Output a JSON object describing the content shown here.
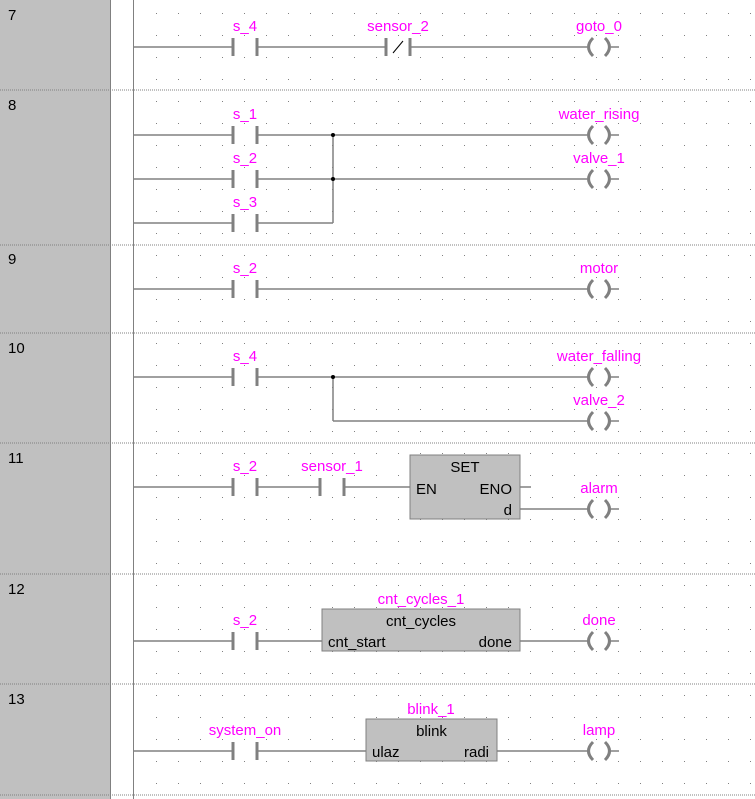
{
  "networks": [
    {
      "number": "7"
    },
    {
      "number": "8"
    },
    {
      "number": "9"
    },
    {
      "number": "10"
    },
    {
      "number": "11"
    },
    {
      "number": "12"
    },
    {
      "number": "13"
    }
  ],
  "labels": {
    "n7_c1": "s_4",
    "n7_c2": "sensor_2",
    "n7_coil": "goto_0",
    "n8_c1": "s_1",
    "n8_c2": "s_2",
    "n8_c3": "s_3",
    "n8_coil1": "water_rising",
    "n8_coil2": "valve_1",
    "n9_c1": "s_2",
    "n9_coil": "motor",
    "n10_c1": "s_4",
    "n10_coil1": "water_falling",
    "n10_coil2": "valve_2",
    "n11_c1": "s_2",
    "n11_c2": "sensor_1",
    "n11_block_title": "SET",
    "n11_en": "EN",
    "n11_eno": "ENO",
    "n11_d": "d",
    "n11_coil": "alarm",
    "n12_instance": "cnt_cycles_1",
    "n12_c1": "s_2",
    "n12_block_title": "cnt_cycles",
    "n12_in": "cnt_start",
    "n12_out": "done",
    "n12_coil": "done",
    "n13_instance": "blink_1",
    "n13_c1": "system_on",
    "n13_block_title": "blink",
    "n13_in": "ulaz",
    "n13_out": "radi",
    "n13_coil": "lamp"
  },
  "colors": {
    "variable_text": "#ff00ff",
    "block_fill": "#c0c0c0",
    "gutter": "#c0c0c0",
    "wire": "#808080",
    "grid_dot": "#808080"
  }
}
